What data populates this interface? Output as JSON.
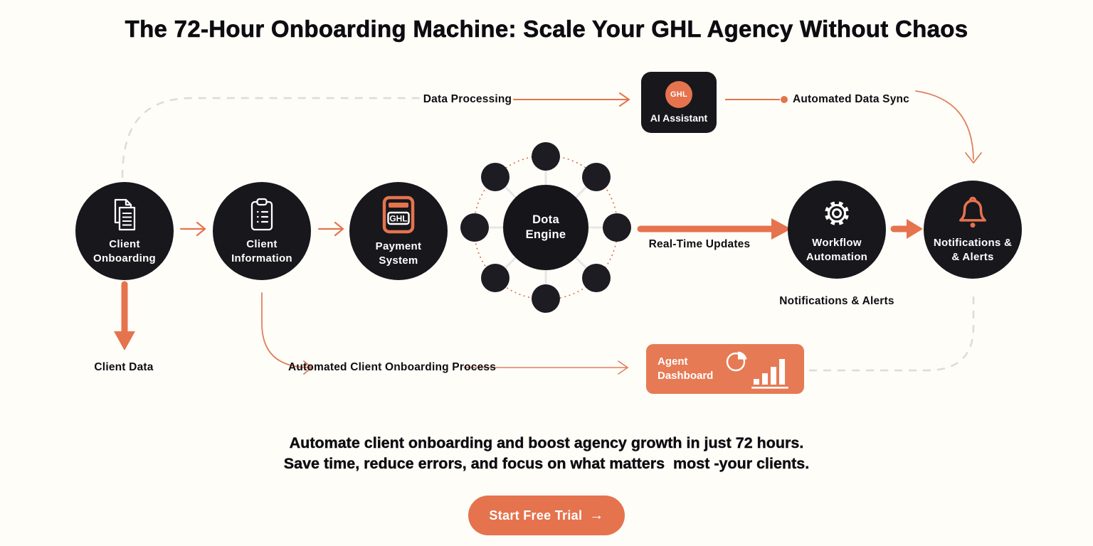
{
  "title": "The 72-Hour Onboarding Machine: Scale Your GHL Agency Without Chaos",
  "nodes": {
    "client_onboarding": {
      "label": "Client\nOnboarding"
    },
    "client_information": {
      "label": "Client\nInformation"
    },
    "payment_system": {
      "label": "Payment\nSystem",
      "icon_text": "GHL"
    },
    "data_engine": {
      "label": "Dota\nEngine"
    },
    "workflow_automation": {
      "label": "Workflow\nAutomation"
    },
    "notifications_alerts": {
      "label": "Notifications &\n& Alerts"
    },
    "ai_assistant": {
      "badge": "GHL",
      "label": "AI Assistant"
    },
    "agent_dashboard": {
      "label": "Agent\nDashboard"
    }
  },
  "flow_labels": {
    "data_processing": "Data Processing",
    "automated_data_sync": "Automated Data Sync",
    "real_time_updates": "Real-Time Updates",
    "notifications_alerts": "Notifications & Alerts",
    "client_data": "Client Data",
    "automated_client_onboarding_process": "Automated Client Onboarding Process"
  },
  "tagline": {
    "line1": "Automate client onboarding and boost agency growth in just 72 hours.",
    "line2": "Save time, reduce errors, and focus on what matters  most -your clients."
  },
  "cta": {
    "label": "Start Free Trial",
    "arrow": "→"
  },
  "colors": {
    "accent": "#e5734e",
    "dark": "#17171c",
    "background": "#fffdf8",
    "dashed_gray": "#dcdcdc"
  }
}
